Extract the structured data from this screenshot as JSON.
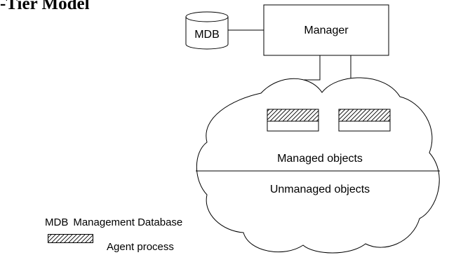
{
  "title": "-Tier Model",
  "nodes": {
    "mdb": "MDB",
    "manager": "Manager"
  },
  "regions": {
    "managed": "Managed objects",
    "unmanaged": "Unmanaged objects"
  },
  "legend": {
    "mdb_abbr": "MDB",
    "mdb_desc": "Management Database",
    "agent": "Agent process"
  }
}
